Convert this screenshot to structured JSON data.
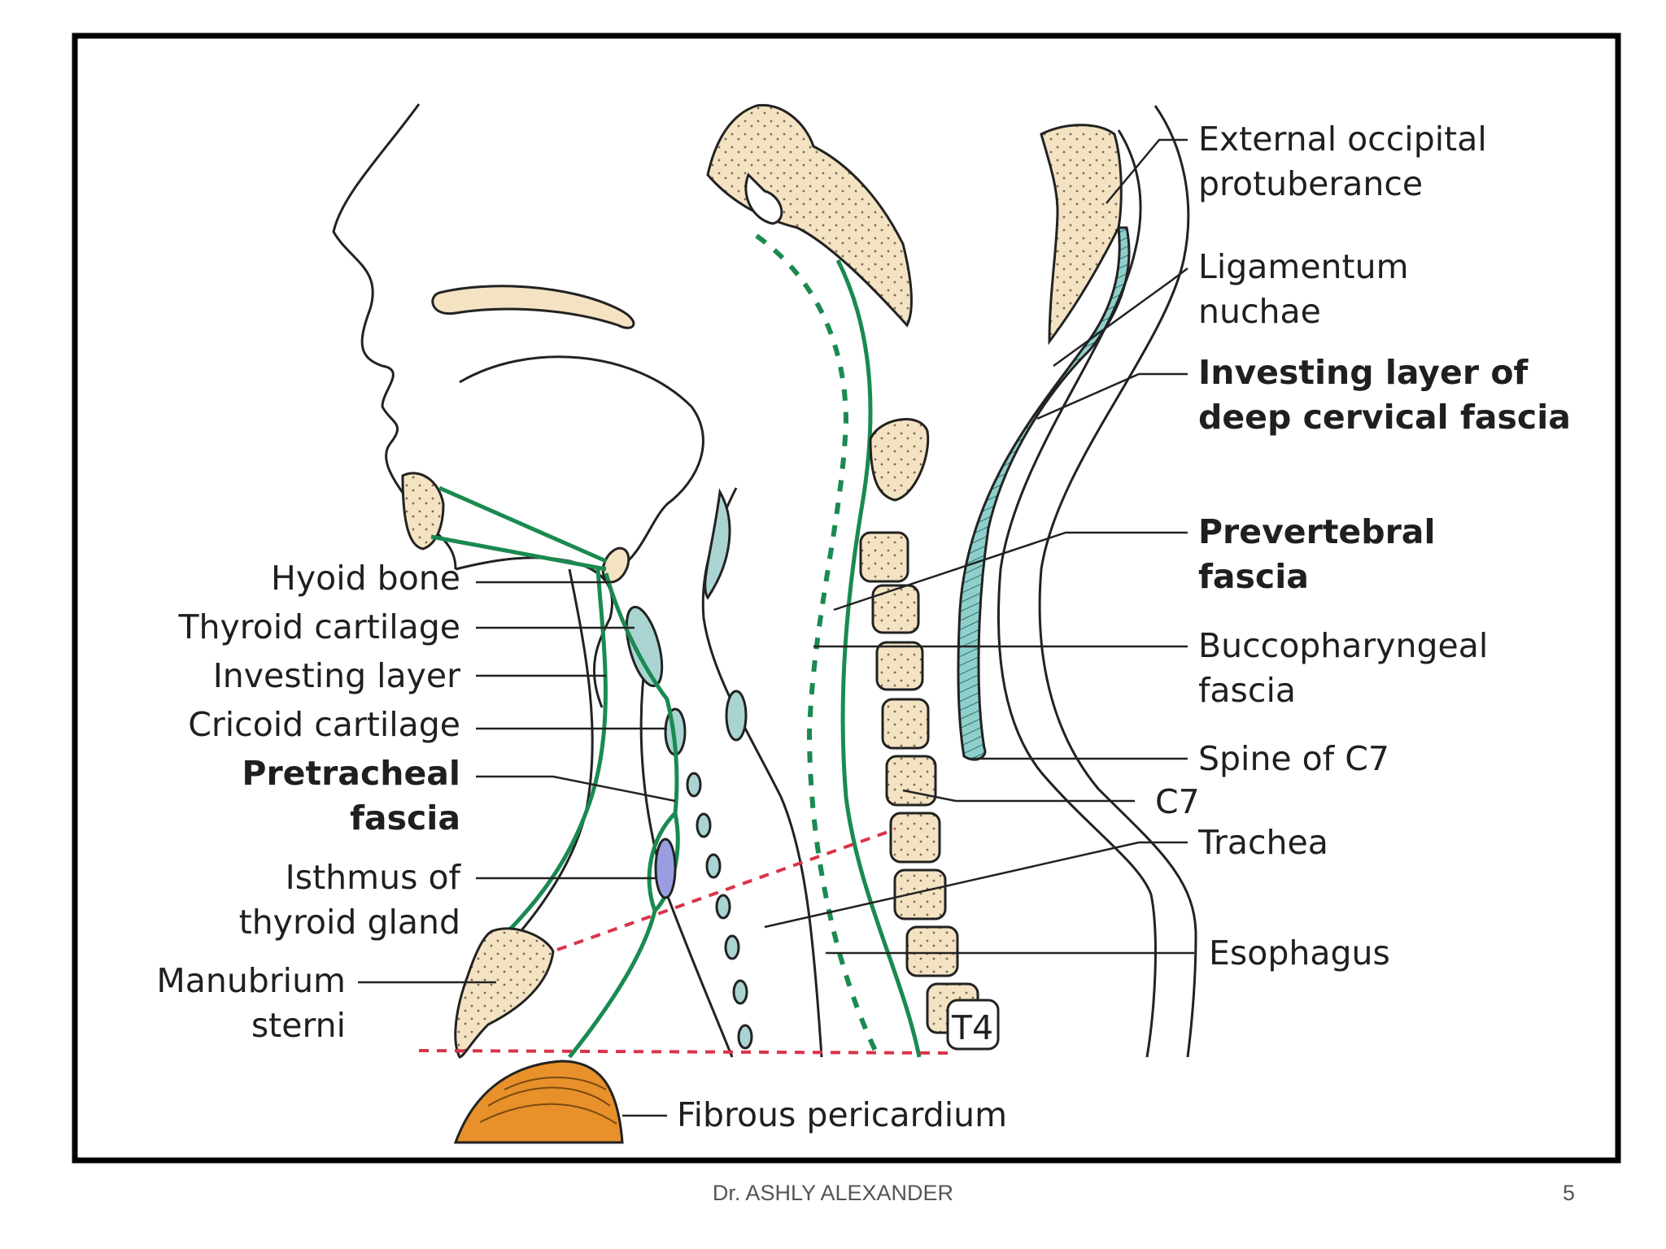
{
  "labels": {
    "hyoid_bone": "Hyoid bone",
    "thyroid_cartilage": "Thyroid cartilage",
    "investing_layer": "Investing layer",
    "cricoid_cartilage": "Cricoid cartilage",
    "pretracheal_line1": "Pretracheal",
    "pretracheal_line2": "fascia",
    "isthmus_line1": "Isthmus of",
    "isthmus_line2": "thyroid gland",
    "manubrium_line1": "Manubrium",
    "manubrium_line2": "sterni",
    "ext_occipital_line1": "External occipital",
    "ext_occipital_line2": "protuberance",
    "ligamentum_line1": "Ligamentum",
    "ligamentum_line2": "nuchae",
    "investing_deep_line1": "Investing layer of",
    "investing_deep_line2": "deep cervical fascia",
    "prevertebral_line1": "Prevertebral",
    "prevertebral_line2": "fascia",
    "buccopharyngeal_line1": "Buccopharyngeal",
    "buccopharyngeal_line2": "fascia",
    "spine_c7": "Spine of C7",
    "c7": "C7",
    "trachea": "Trachea",
    "esophagus": "Esophagus",
    "t4": "T4",
    "fibrous_pericardium": "Fibrous pericardium"
  },
  "footer": {
    "author": "Dr. ASHLY ALEXANDER",
    "page": "5"
  },
  "colors": {
    "fascia_green": "#1a8a50",
    "bone_fill": "#f4e3c3",
    "cartilage_fill": "#a9d4d2",
    "ligament_fill": "#8fcfcb",
    "pericardium_fill": "#e8902a",
    "boundary_red": "#d9344a",
    "thyroid_fill": "#9a9ee0"
  }
}
